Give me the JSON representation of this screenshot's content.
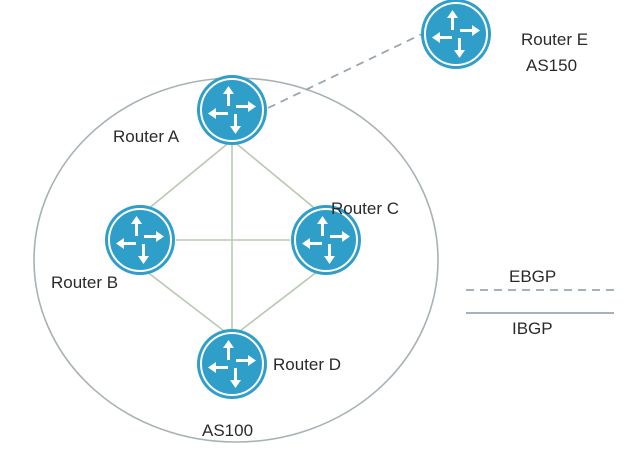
{
  "routers": {
    "a": {
      "label": "Router A",
      "icon": "router-icon"
    },
    "b": {
      "label": "Router B",
      "icon": "router-icon"
    },
    "c": {
      "label": "Router C",
      "icon": "router-icon"
    },
    "d": {
      "label": "Router D",
      "icon": "router-icon"
    },
    "e": {
      "label": "Router E",
      "icon": "router-icon"
    }
  },
  "as_labels": {
    "inner": "AS100",
    "outer": "AS150"
  },
  "legend": {
    "ebgp": "EBGP",
    "ibgp": "IBGP"
  },
  "colors": {
    "router_fill": "#2f9ec9",
    "router_ring": "#ffffff",
    "arrow": "#ffffff",
    "ibgp_line": "#b7c9b3",
    "ebgp_line": "#9aa7b0",
    "as_boundary": "#a8b2b6",
    "legend_line": "#9aa7b0"
  }
}
